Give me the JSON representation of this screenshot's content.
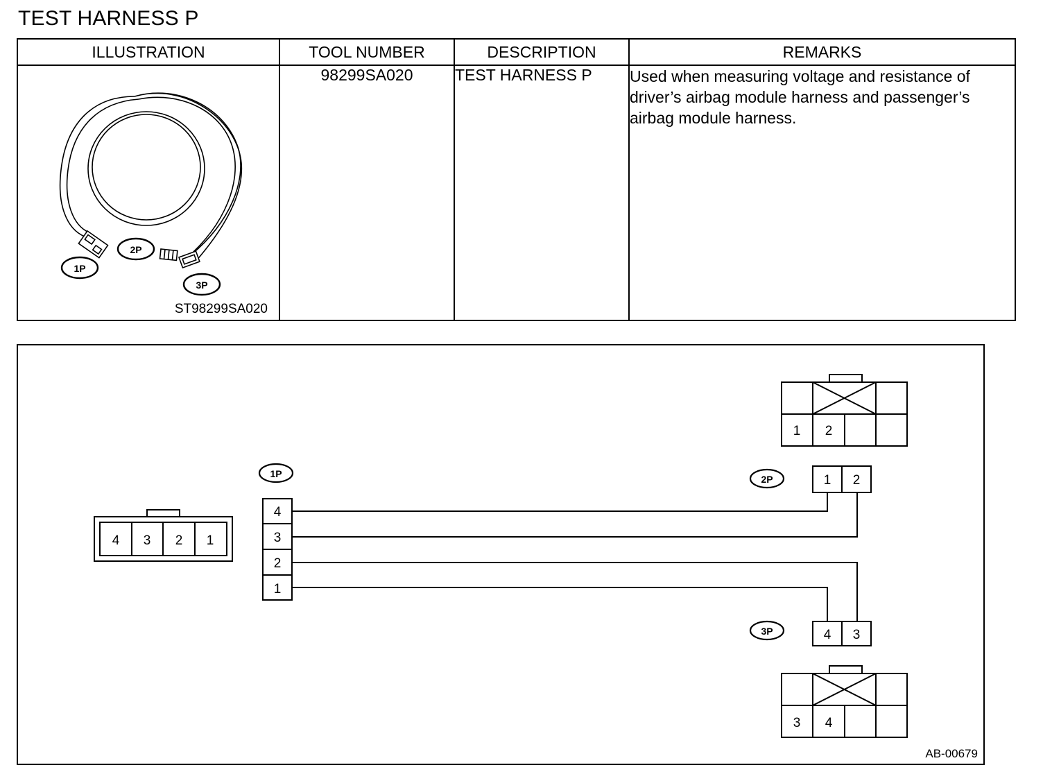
{
  "page": {
    "title": "TEST HARNESS P"
  },
  "table": {
    "headers": [
      "ILLUSTRATION",
      "TOOL NUMBER",
      "DESCRIPTION",
      "REMARKS"
    ],
    "row": {
      "tool_number": "98299SA020",
      "description": "TEST HARNESS P",
      "remarks": "Used when measuring voltage and resistance of driver’s airbag module harness and passenger’s airbag module harness.",
      "illustration_caption": "ST98299SA020",
      "illustration_labels": {
        "p1": "1P",
        "p2": "2P",
        "p3": "3P"
      }
    }
  },
  "diagram": {
    "figure_code": "AB-00679",
    "labels": {
      "p1": "1P",
      "p2": "2P",
      "p3": "3P"
    },
    "main_connector_pins": [
      "4",
      "3",
      "2",
      "1"
    ],
    "harness_1p_pins": [
      "4",
      "3",
      "2",
      "1"
    ],
    "connector_2p_pins": [
      "1",
      "2"
    ],
    "connector_3p_pins": [
      "4",
      "3"
    ],
    "module_top_pins": [
      "1",
      "2"
    ],
    "module_bottom_pins": [
      "3",
      "4"
    ]
  }
}
